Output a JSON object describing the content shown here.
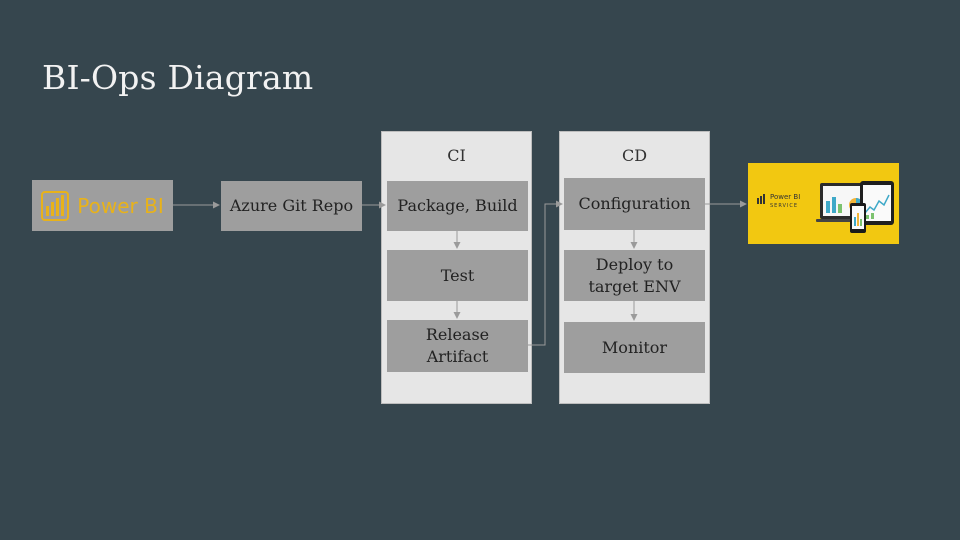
{
  "title": "BI-Ops Diagram",
  "source": {
    "label": "Power BI",
    "icon": "power-bi-logo-icon"
  },
  "repo": {
    "label": "Azure Git Repo"
  },
  "ci": {
    "label": "CI",
    "steps": [
      "Package, Build",
      "Test",
      "Release\nArtifact"
    ]
  },
  "cd": {
    "label": "CD",
    "steps": [
      "Configuration",
      "Deploy to\ntarget ENV",
      "Monitor"
    ]
  },
  "target": {
    "label": "Power BI",
    "sublabel": "SERVICE",
    "icon": "power-bi-service-devices-icon"
  },
  "colors": {
    "background": "#36464e",
    "panel": "#e6e6e6",
    "box": "#9e9e9e",
    "accent": "#f2c811",
    "arrow": "#9a9a9a"
  }
}
